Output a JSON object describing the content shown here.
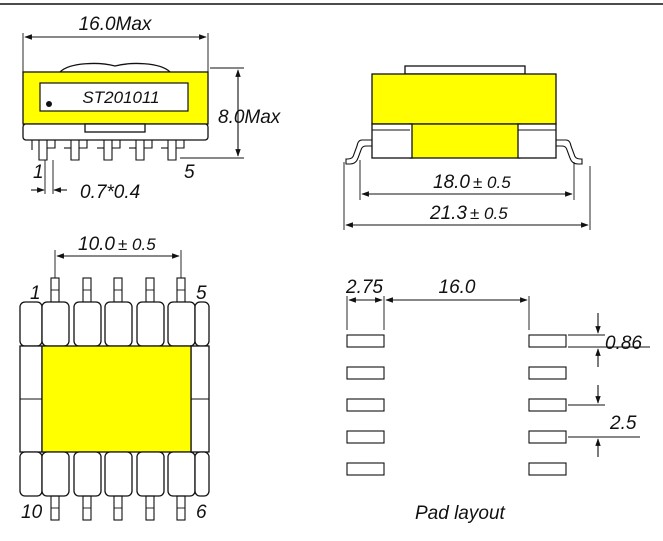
{
  "colors": {
    "core": "#FFFF00",
    "line": "#111111",
    "background": "#FFFFFF"
  },
  "front_view": {
    "width_label": "16.0Max",
    "height_label": "8.0Max",
    "part_marking": "ST201011",
    "pin_first_label": "1",
    "pin_last_label": "5",
    "pin_size_label": "0.7*0.4"
  },
  "side_view": {
    "inner_span_label": "18.0",
    "outer_span_label": "21.3",
    "tolerance_label": "± 0.5"
  },
  "top_view": {
    "pitch_label": "10.0",
    "tolerance_label": "± 0.5",
    "pin_labels": {
      "top_left": "1",
      "top_right": "5",
      "bottom_left": "10",
      "bottom_right": "6"
    }
  },
  "pad_layout": {
    "title": "Pad layout",
    "pad_width_label": "2.75",
    "row_spacing_label": "16.0",
    "pad_height_label": "0.86",
    "pad_pitch_label": "2.5"
  }
}
